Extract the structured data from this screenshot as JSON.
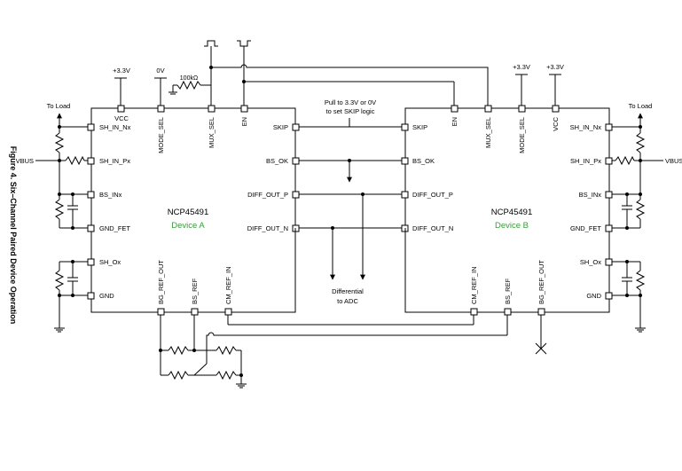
{
  "figure_caption": "Figure 4. Six–Channel Paired Device Operation",
  "device_a": {
    "part": "NCP45491",
    "name": "Device A",
    "left_pins": [
      "SH_IN_Nx",
      "SH_IN_Px",
      "BS_INx",
      "GND_FET",
      "SH_Ox",
      "GND"
    ],
    "top_pins": [
      "VCC",
      "MODE_SEL",
      "MUX_SEL",
      "EN"
    ],
    "right_pins": [
      "SKIP",
      "BS_OK",
      "DIFF_OUT_P",
      "DIFF_OUT_N"
    ],
    "bottom_pins": [
      "BG_REF_OUT",
      "BS_REF",
      "CM_REF_IN"
    ]
  },
  "device_b": {
    "part": "NCP45491",
    "name": "Device B",
    "right_pins": [
      "SH_IN_Nx",
      "SH_IN_Px",
      "BS_INx",
      "GND_FET",
      "SH_Ox",
      "GND"
    ],
    "top_pins": [
      "EN",
      "MUX_SEL",
      "MODE_SEL",
      "VCC"
    ],
    "left_pins": [
      "SKIP",
      "BS_OK",
      "DIFF_OUT_P",
      "DIFF_OUT_N"
    ],
    "bottom_pins": [
      "CM_REF_IN",
      "BS_REF",
      "BG_REF_OUT"
    ]
  },
  "labels": {
    "to_load_left": "To Load",
    "to_load_right": "To Load",
    "vbus_left": "VBUS",
    "vbus_right": "VBUS",
    "supply_a_vcc": "+3.3V",
    "supply_a_mode": "0V",
    "supply_b_mode": "+3.3V",
    "supply_b_vcc": "+3.3V",
    "resistor_100k": "100kΩ",
    "skip_note_line1": "Pull to 3.3V or 0V",
    "skip_note_line2": "to set SKIP logic",
    "adc_line1": "Differential",
    "adc_line2": "to ADC"
  }
}
